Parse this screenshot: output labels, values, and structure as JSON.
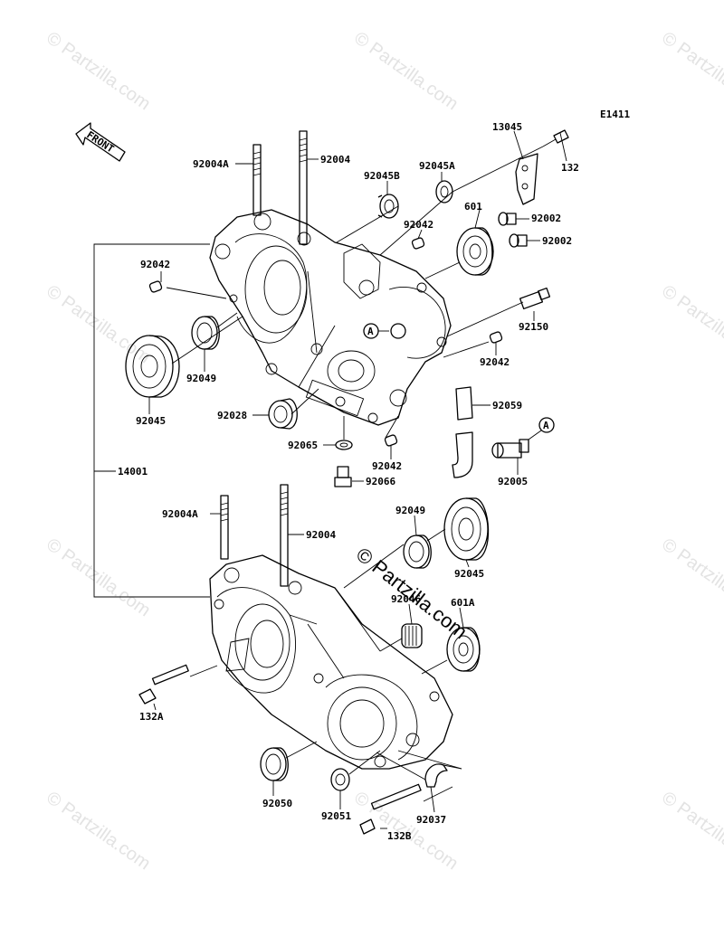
{
  "diagram_code": "E1411",
  "direction_label": "FRONT",
  "watermark": {
    "text": "Partzilla.com",
    "symbol": "©"
  },
  "main_watermark": "© Partzilla.com",
  "assembly_label": "14001",
  "parts": {
    "p13045": "13045",
    "p132": "132",
    "p92004A_top": "92004A",
    "p92004_top": "92004",
    "p92045B": "92045B",
    "p92045A": "92045A",
    "p92042_a": "92042",
    "p601": "601",
    "p92002_a": "92002",
    "p92002_b": "92002",
    "p92042_left": "92042",
    "p92150": "92150",
    "p92042_b": "92042",
    "p92049_top": "92049",
    "p92045_top": "92045",
    "p92028": "92028",
    "p92059": "92059",
    "p92065": "92065",
    "p92042_c": "92042",
    "p92005": "92005",
    "p92066": "92066",
    "p92004A_bot": "92004A",
    "p92004_bot": "92004",
    "p92049_bot": "92049",
    "p92045_bot": "92045",
    "p92046": "92046",
    "p601A": "601A",
    "p132A": "132A",
    "p92050": "92050",
    "p92051": "92051",
    "p132B": "132B",
    "p92037": "92037"
  },
  "callouts": {
    "a1": "A",
    "a2": "A"
  }
}
